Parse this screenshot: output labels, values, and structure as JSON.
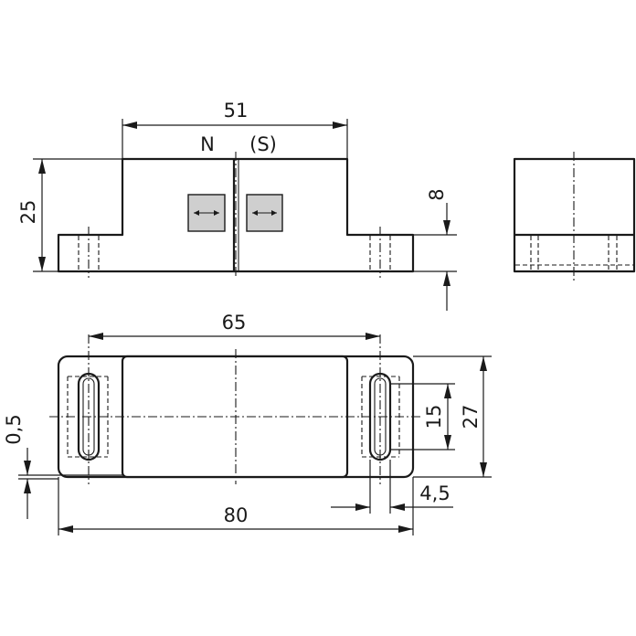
{
  "dimensions": {
    "length": "80",
    "hole_spacing": "65",
    "body_width_top": "51",
    "height": "25",
    "base_thickness": "8",
    "width": "27",
    "slot_length": "15",
    "slot_width": "4,5",
    "offset": "0,5"
  },
  "poles": {
    "north": "N",
    "south": "(S)"
  }
}
